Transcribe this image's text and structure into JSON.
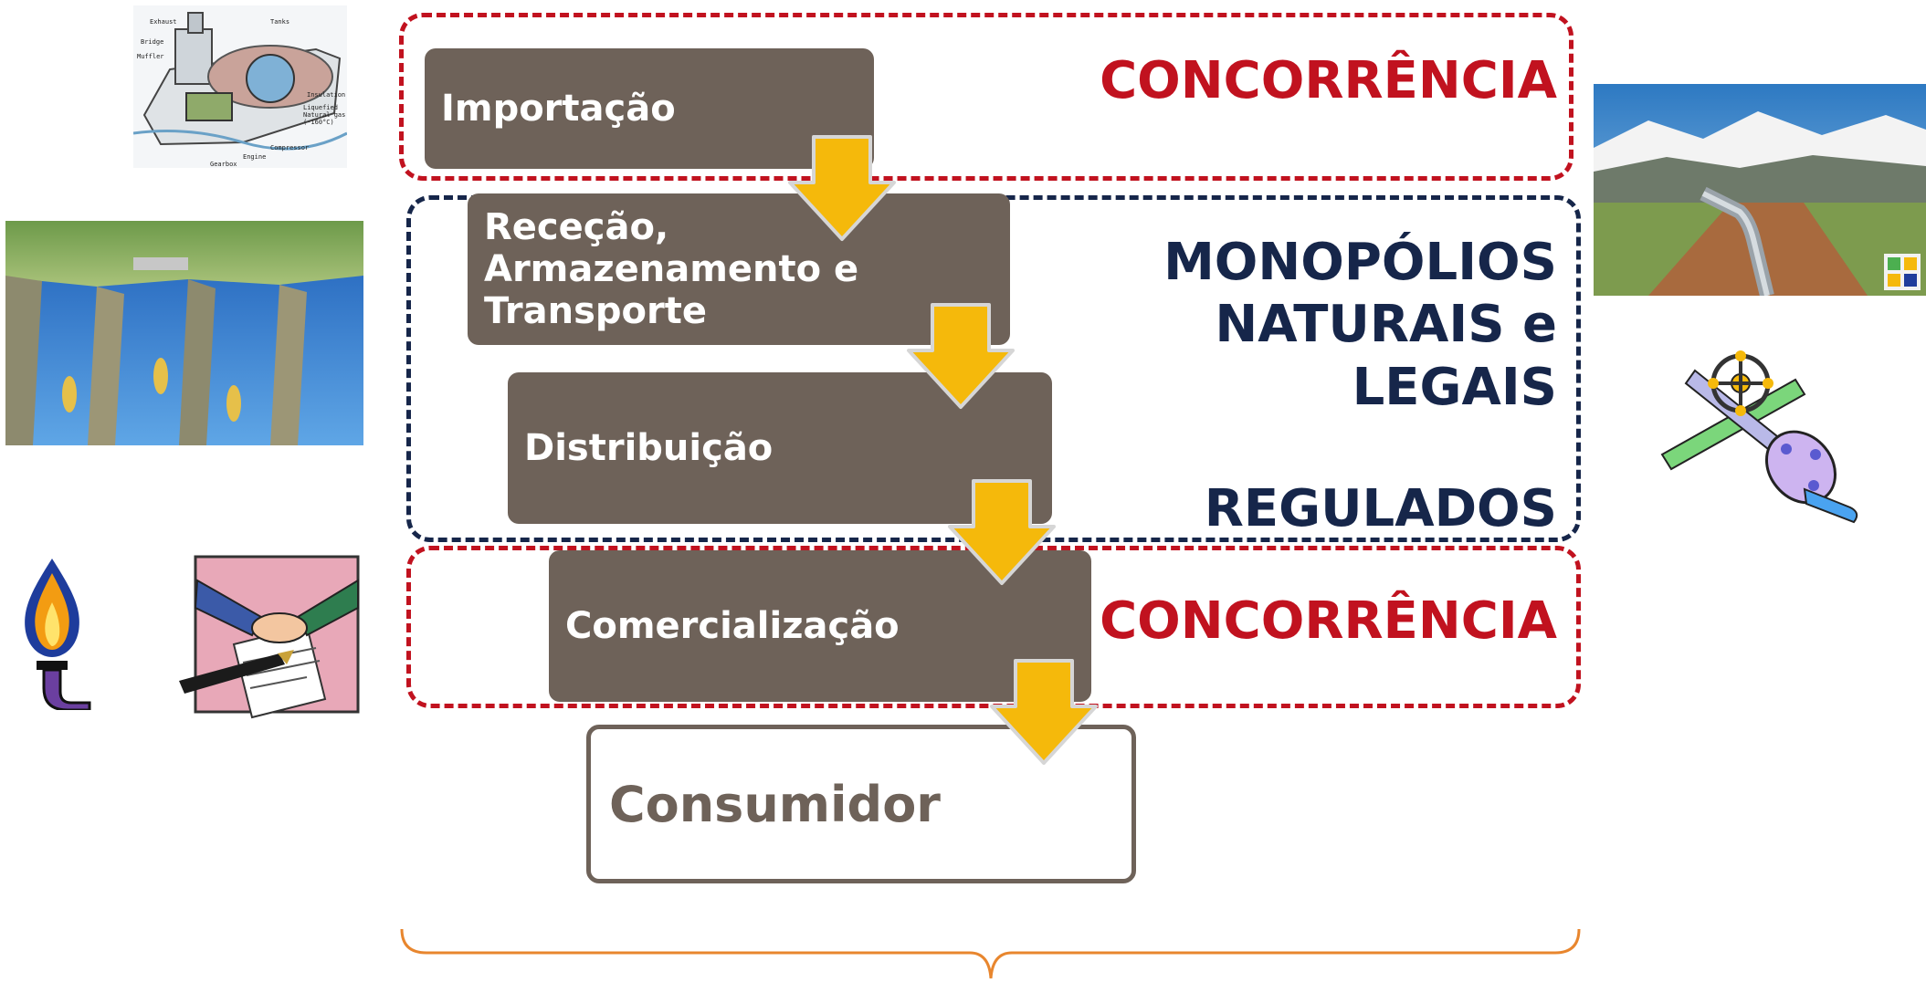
{
  "stages": {
    "importacao": "Importação",
    "rececao_lines": [
      "Receção,",
      "Armazenamento e",
      "Transporte"
    ],
    "distribuicao": "Distribuição",
    "comercializacao": "Comercialização",
    "consumidor": "Consumidor"
  },
  "labels": {
    "concorrencia_top": "CONCORRÊNCIA",
    "monopolios_lines": [
      "MONOPÓLIOS",
      "NATURAIS e",
      "LEGAIS"
    ],
    "regulados": "REGULADOS",
    "concorrencia_bottom": "CONCORRÊNCIA"
  },
  "ship_callouts": [
    "Exhaust",
    "Tanks",
    "Bridge",
    "Muffler",
    "Insulation",
    "Liquefied",
    "Natural gas",
    "(-160°C)",
    "Compressor",
    "Engine",
    "Gearbox"
  ],
  "colors": {
    "stage_fill": "#6e6259",
    "competition_red": "#c1121f",
    "regulated_navy": "#16264a",
    "arrow_fill": "#f5b90b",
    "brace": "#e8862e"
  },
  "icons": [
    "lng-ship-image",
    "underground-storage-image",
    "pipeline-landscape-image",
    "pipe-valve-icon",
    "gas-flame-icon",
    "handshake-contract-icon"
  ]
}
